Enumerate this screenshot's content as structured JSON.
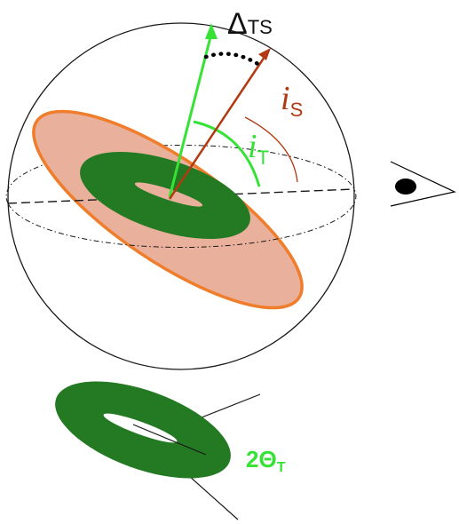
{
  "labels": {
    "delta": {
      "symbol": "Δ",
      "subscript": "TS"
    },
    "i_star": {
      "symbol": "i",
      "subscript": "S"
    },
    "i_torus": {
      "symbol": "i",
      "subscript": "T"
    },
    "opening": {
      "text": "2Θ",
      "subscript": "T"
    }
  },
  "colors": {
    "sphere_outline": "#1a1a1a",
    "stellar_disk_fill": "#e9b09b",
    "stellar_disk_edge": "#ef7d2b",
    "torus_fill": "#237a23",
    "torus_inner": "#e9b09b",
    "torus_vector": "#36e236",
    "star_vector": "#b23a12",
    "angle_arc_dots": "#000000",
    "i_T_label": "#36e236",
    "i_S_label": "#b23a12",
    "theta_label": "#36e236",
    "observer": "#000000"
  },
  "icons": {
    "observer": "eye-icon"
  }
}
